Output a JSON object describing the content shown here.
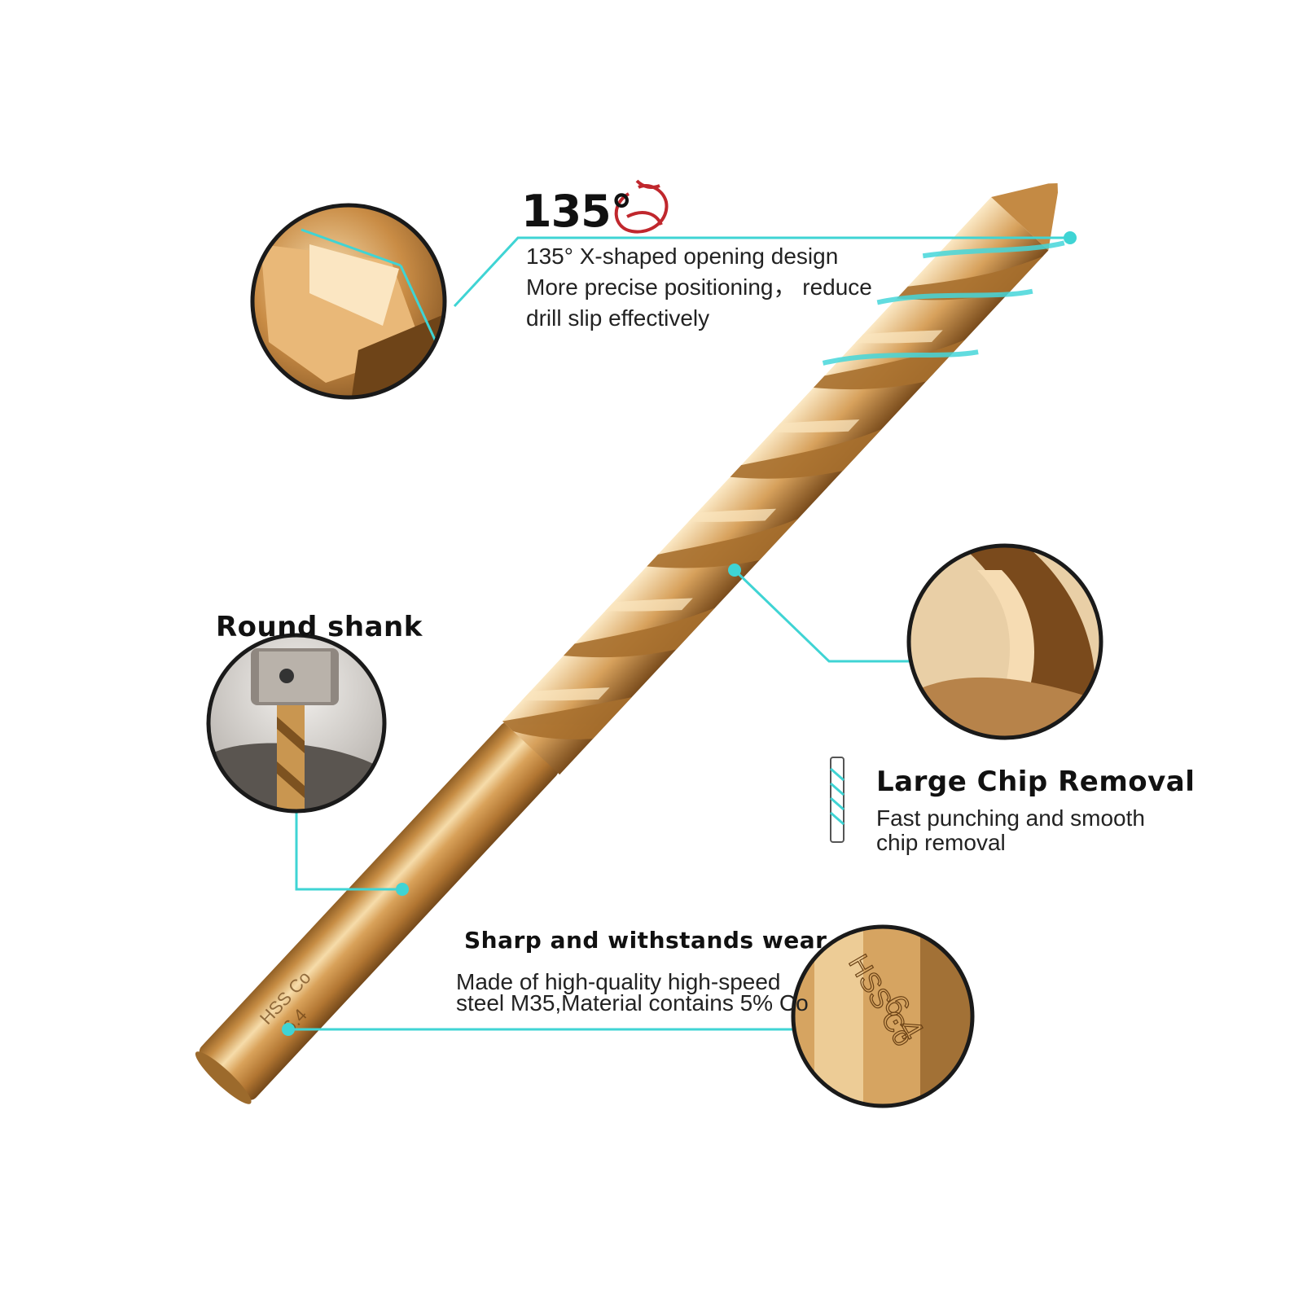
{
  "features": {
    "angle": {
      "title": "135°",
      "lines": [
        "135° X-shaped opening design",
        "More precise positioning，  reduce",
        "drill slip effectively"
      ]
    },
    "shank": {
      "title": "Round shank"
    },
    "chip": {
      "title": "Large Chip Removal",
      "lines": [
        "Fast punching and smooth",
        "chip removal"
      ]
    },
    "wear": {
      "title": "Sharp and withstands wear",
      "lines": [
        "Made of high-quality high-speed",
        "steel M35,Material contains 5% Co"
      ]
    }
  },
  "drill": {
    "engraving_line1": "HSS Co",
    "engraving_line2": "6.4"
  },
  "colors": {
    "gold_light": "#f3d7a3",
    "gold_mid": "#d9a25a",
    "gold_dark": "#8a5a22",
    "callout": "#3fd4d4",
    "icon_red": "#c0272d",
    "text": "#111111"
  }
}
